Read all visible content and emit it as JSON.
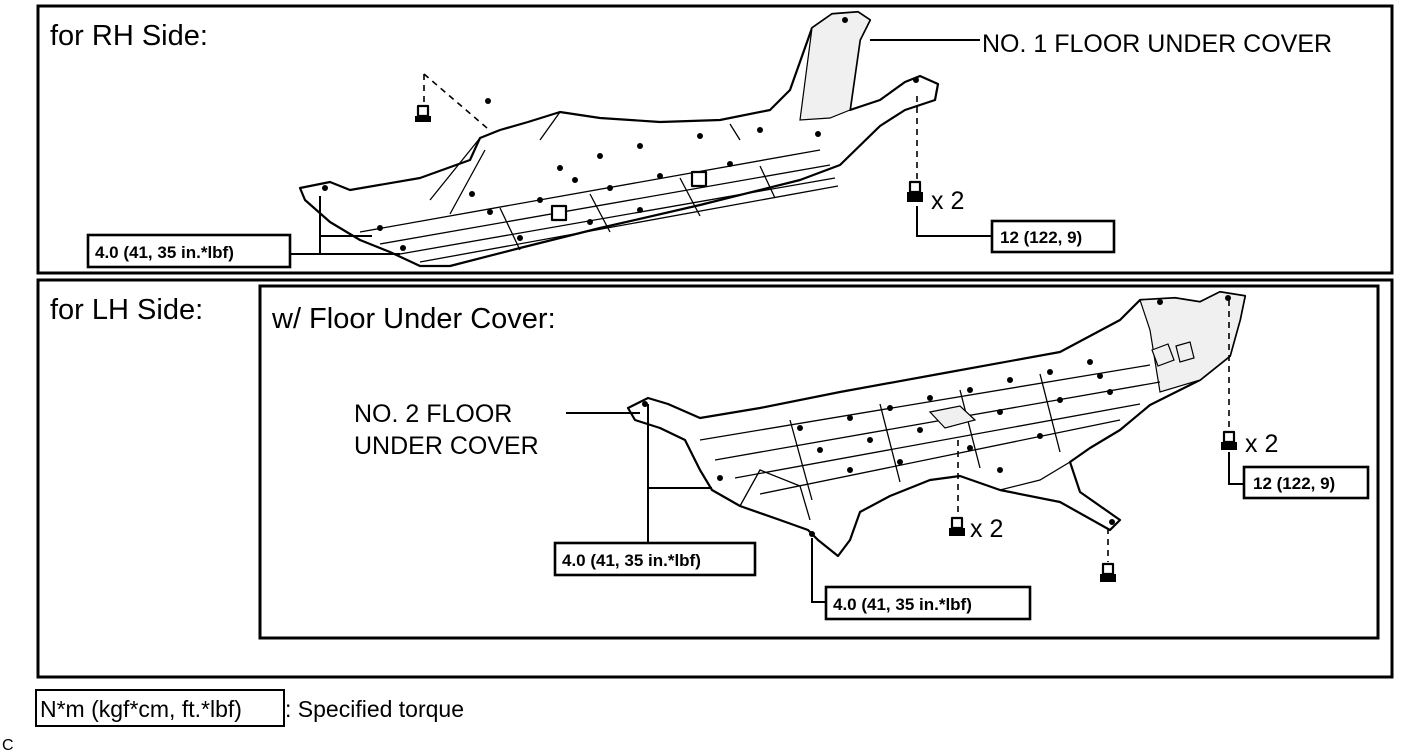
{
  "panels": {
    "rh": {
      "title": "for RH Side:",
      "part_label": "NO. 1 FLOOR UNDER COVER",
      "bolt_qty": "x 2",
      "torque_left": "4.0 (41, 35 in.*lbf)",
      "torque_right": "12 (122, 9)"
    },
    "lh": {
      "title": "for LH Side:",
      "subtitle": "w/ Floor Under Cover:",
      "part_label_line1": "NO. 2 FLOOR",
      "part_label_line2": "UNDER COVER",
      "bolt_qty_right": "x 2",
      "bolt_qty_center": "x 2",
      "torque_right": "12 (122, 9)",
      "torque_left": "4.0 (41, 35 in.*lbf)",
      "torque_bottom": "4.0 (41, 35 in.*lbf)"
    }
  },
  "legend": {
    "unit_box": "N*m (kgf*cm, ft.*lbf)",
    "description": ": Specified torque"
  },
  "footer_code": "C"
}
